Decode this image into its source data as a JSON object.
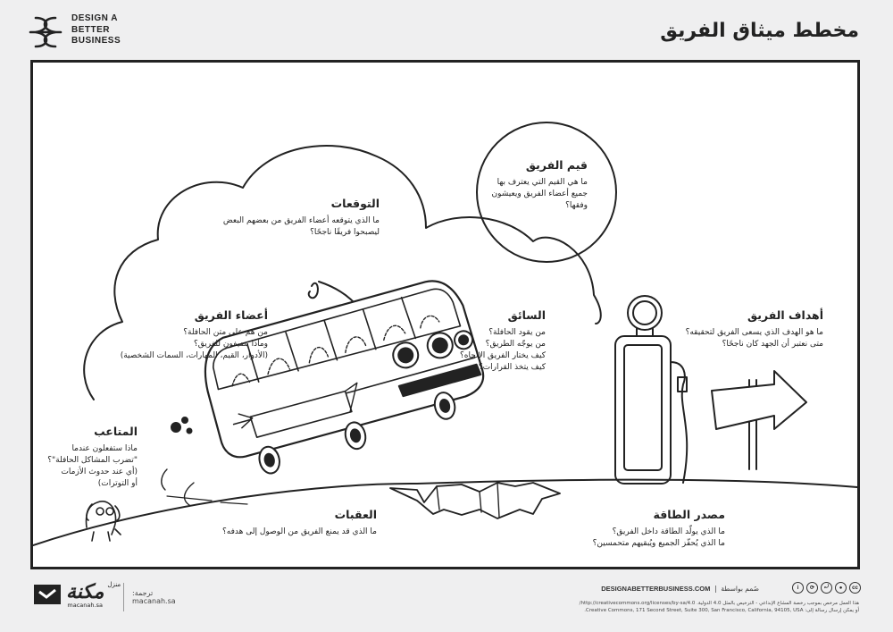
{
  "header": {
    "brand_line1": "DESIGN A",
    "brand_line2": "BETTER",
    "brand_line3": "BUSINESS",
    "title": "مخطط ميثاق الفريق"
  },
  "sections": {
    "expectations": {
      "heading": "التوقعات",
      "body": "ما الذي يتوقعه أعضاء الفريق من بعضهم البعض\nليصبحوا فريقًا ناجحًا؟"
    },
    "values": {
      "heading": "قيم الفريق",
      "body": "ما هي القيم التي يعترف بها\nجميع أعضاء الفريق ويعيشون\nوفقها؟"
    },
    "members": {
      "heading": "أعضاء الفريق",
      "body": "من هم على متن الحافلة؟\nوماذا يضيفون للفريق؟\n(الأدوار، القيم، المهارات، السمات الشخصية)"
    },
    "driver": {
      "heading": "السائق",
      "body": "من يقود الحافلة؟\nمن يوجّه الطريق؟\nكيف يختار الفريق الاتجاه؟\nكيف يتخذ القرارات؟"
    },
    "goals": {
      "heading": "أهداف الفريق",
      "body": "ما هو الهدف الذي يسعى الفريق لتحقيقه؟\nمتى نعتبر أن الجهد كان ناجحًا؟"
    },
    "troubles": {
      "heading": "المتاعب",
      "body": "ماذا ستفعلون عندما\n\"تضرب المشاكل الحافلة\"؟\n(أي عند حدوث الأزمات\nأو التوترات)"
    },
    "obstacles": {
      "heading": "العقبات",
      "body": "ما الذي قد يمنع الفريق من الوصول إلى هدفه؟"
    },
    "energy": {
      "heading": "مصدر الطاقة",
      "body": "ما الذي يولّد الطاقة داخل الفريق؟\nما الذي يُحفّز الجميع ويُبقيهم متحمسين؟"
    }
  },
  "footer": {
    "translator_brand": "مكنة",
    "translator_brand_small": "منزل",
    "translator_url": "macanah.sa",
    "translated_label": "ترجمة:",
    "translated_by": "macanah.sa",
    "site": "DESIGNABETTERBUSINESS.COM",
    "designed_by": "صُمم بواسطة",
    "license_line1": "هذا العمل مرخص بموجب رخصة المشاع الإبداعي - الترخيص بالمثل 4.0 الدولية. http://creativecommons.org/licenses/by-sa/4.0/",
    "license_line2": "أو يمكن إرسال رسالة إلى: Creative Commons, 171 Second Street, Suite 300, San Francisco, California, 94105, USA.",
    "cc_icons": [
      "cc-icon",
      "by-icon",
      "sa-icon",
      "share-icon",
      "info-icon"
    ]
  }
}
